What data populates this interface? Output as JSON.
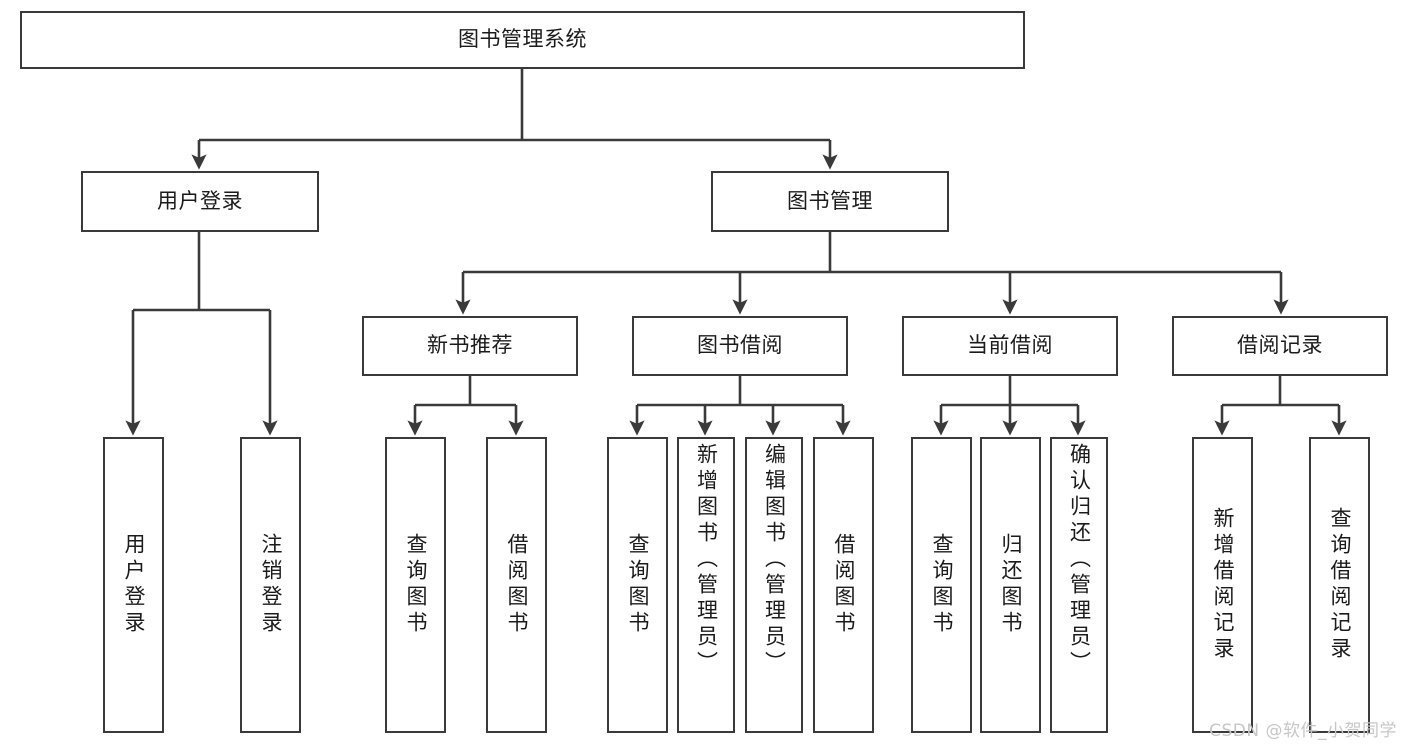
{
  "diagram": {
    "type": "tree-hierarchy-diagram",
    "title": "图书管理系统",
    "orientation": "top-down",
    "colors": {
      "box_border": "#3a3a3a",
      "box_fill": "#ffffff",
      "connector": "#3a3a3a",
      "text": "#1b1b1b",
      "watermark": "#c7c7c7",
      "background": "#ffffff"
    },
    "levels": [
      {
        "level": 1,
        "nodes": [
          {
            "id": "root",
            "label": "图书管理系统",
            "orientation": "horizontal"
          }
        ]
      },
      {
        "level": 2,
        "nodes": [
          {
            "id": "user-login",
            "label": "用户登录",
            "orientation": "horizontal",
            "parent": "root"
          },
          {
            "id": "book-management",
            "label": "图书管理",
            "orientation": "horizontal",
            "parent": "root"
          }
        ]
      },
      {
        "level": 3,
        "nodes": [
          {
            "id": "new-book-recommend",
            "label": "新书推荐",
            "orientation": "horizontal",
            "parent": "book-management"
          },
          {
            "id": "book-borrow",
            "label": "图书借阅",
            "orientation": "horizontal",
            "parent": "book-management"
          },
          {
            "id": "current-borrow",
            "label": "当前借阅",
            "orientation": "horizontal",
            "parent": "book-management"
          },
          {
            "id": "borrow-record",
            "label": "借阅记录",
            "orientation": "horizontal",
            "parent": "book-management"
          }
        ]
      },
      {
        "level": 4,
        "nodes": [
          {
            "id": "leaf-user-login",
            "label": "用户登录",
            "orientation": "vertical",
            "parent": "user-login"
          },
          {
            "id": "leaf-logout",
            "label": "注销登录",
            "orientation": "vertical",
            "parent": "user-login"
          },
          {
            "id": "leaf-query-book-1",
            "label": "查询图书",
            "orientation": "vertical",
            "parent": "new-book-recommend"
          },
          {
            "id": "leaf-borrow-book-1",
            "label": "借阅图书",
            "orientation": "vertical",
            "parent": "new-book-recommend"
          },
          {
            "id": "leaf-query-book-2",
            "label": "查询图书",
            "orientation": "vertical",
            "parent": "book-borrow"
          },
          {
            "id": "leaf-add-book",
            "label": "新增图书（管理员）",
            "orientation": "vertical",
            "parent": "book-borrow"
          },
          {
            "id": "leaf-edit-book",
            "label": "编辑图书（管理员）",
            "orientation": "vertical",
            "parent": "book-borrow"
          },
          {
            "id": "leaf-borrow-book-2",
            "label": "借阅图书",
            "orientation": "vertical",
            "parent": "book-borrow"
          },
          {
            "id": "leaf-query-book-3",
            "label": "查询图书",
            "orientation": "vertical",
            "parent": "current-borrow"
          },
          {
            "id": "leaf-return-book",
            "label": "归还图书",
            "orientation": "vertical",
            "parent": "current-borrow"
          },
          {
            "id": "leaf-confirm-return",
            "label": "确认归还（管理员）",
            "orientation": "vertical",
            "parent": "current-borrow"
          },
          {
            "id": "leaf-add-record",
            "label": "新增借阅记录",
            "orientation": "vertical",
            "parent": "borrow-record"
          },
          {
            "id": "leaf-query-record",
            "label": "查询借阅记录",
            "orientation": "vertical",
            "parent": "borrow-record"
          }
        ]
      }
    ],
    "watermark": "CSDN @软件_小贺同学"
  }
}
